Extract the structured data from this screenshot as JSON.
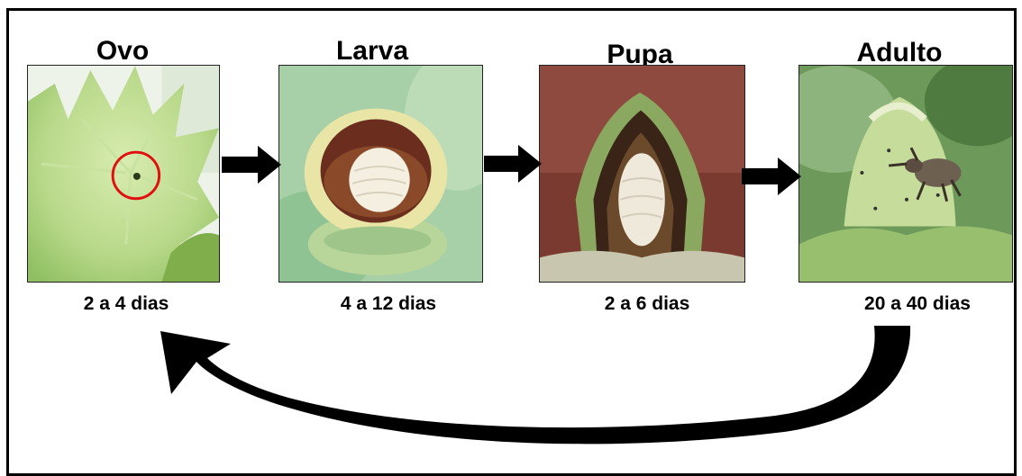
{
  "stages": [
    {
      "name": "Ovo",
      "duration": "2 a 4 dias",
      "image": "cotton-flower-bract-egg"
    },
    {
      "name": "Larva",
      "duration": "4 a 12 dias",
      "image": "larva-in-cotton-bud"
    },
    {
      "name": "Pupa",
      "duration": "2 a 6 dias",
      "image": "pupa-in-cotton-bud"
    },
    {
      "name": "Adulto",
      "duration": "20 a 40 dias",
      "image": "adult-boll-weevil-on-bud"
    }
  ],
  "colors": {
    "arrow": "#000000",
    "highlight-circle": "#e01010",
    "border": "#000000"
  }
}
